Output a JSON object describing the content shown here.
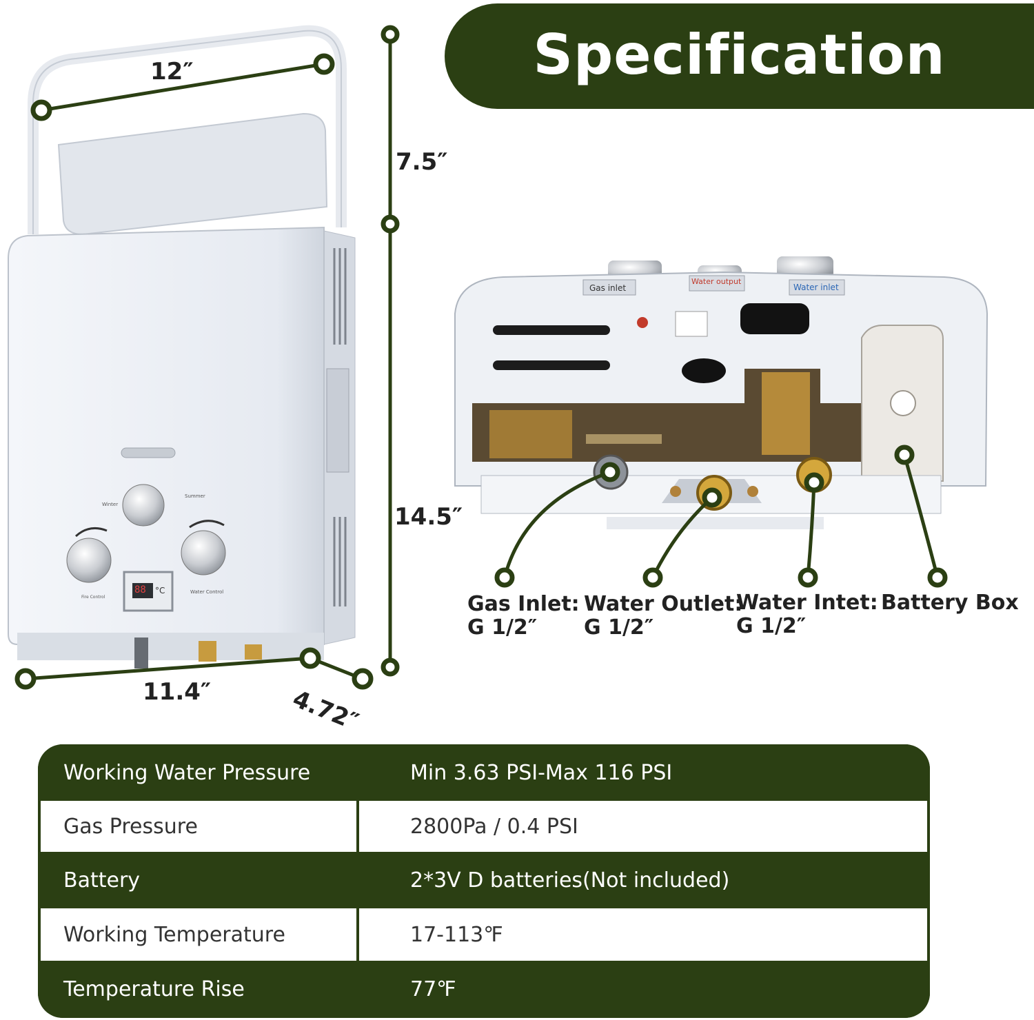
{
  "header": {
    "title": "Specification"
  },
  "dimensions": {
    "handle_width": "12″",
    "handle_height": "7.5″",
    "body_height": "14.5″",
    "base_width": "11.4″",
    "depth": "4.72″"
  },
  "panel_labels": {
    "gas_inlet": "Gas inlet",
    "water_output": "Water output",
    "water_inlet": "Water inlet",
    "winter": "Winter",
    "summer": "Summer",
    "fire_control": "Fire Control",
    "water_control": "Water Control",
    "display": "88",
    "display_unit": "°C"
  },
  "callouts": [
    {
      "line1": "Gas Inlet:",
      "line2": "G 1/2″"
    },
    {
      "line1": "Water Outlet:",
      "line2": "G 1/2″"
    },
    {
      "line1": "Water Intet:",
      "line2": "G 1/2″"
    },
    {
      "line1": "Battery Box",
      "line2": ""
    }
  ],
  "specs": [
    {
      "label": "Working Water Pressure",
      "value": "Min 3.63 PSI-Max 116 PSI"
    },
    {
      "label": "Gas Pressure",
      "value": "2800Pa / 0.4 PSI"
    },
    {
      "label": "Battery",
      "value": "2*3V D batteries(Not included)"
    },
    {
      "label": "Working Temperature",
      "value": "17-113℉"
    },
    {
      "label": "Temperature Rise",
      "value": "77℉"
    }
  ],
  "colors": {
    "accent": "#2b3f13",
    "heater_body": "#eef1f6"
  }
}
